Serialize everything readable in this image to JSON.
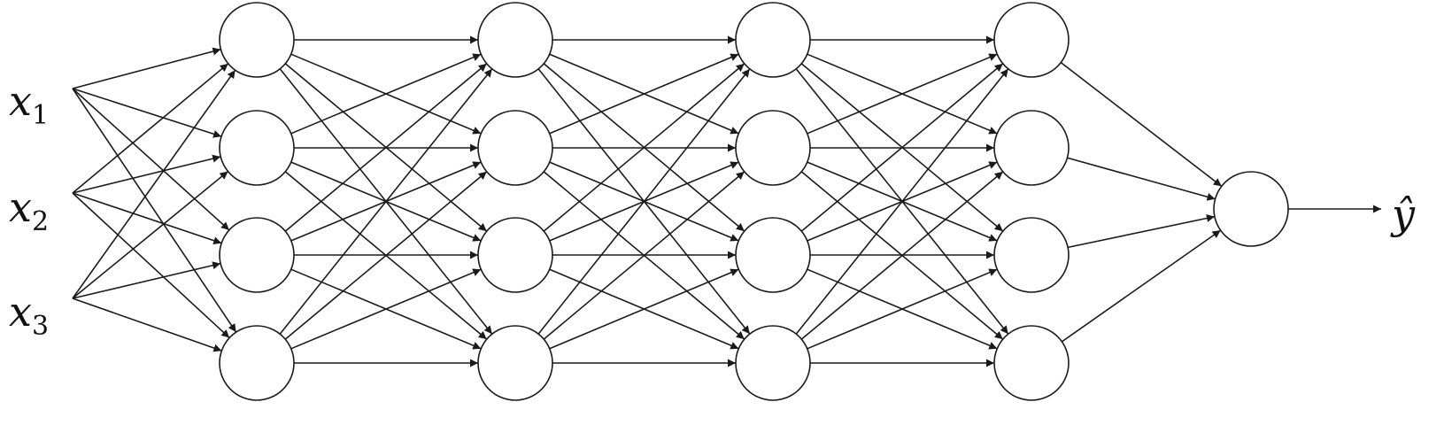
{
  "diagram": {
    "inputs": [
      {
        "var": "x",
        "sub": "1"
      },
      {
        "var": "x",
        "sub": "2"
      },
      {
        "var": "x",
        "sub": "3"
      }
    ],
    "hidden_layer_sizes": [
      4,
      4,
      4,
      4
    ],
    "output": {
      "var": "ŷ"
    },
    "connection": "fully-connected",
    "colors": {
      "stroke": "#1a1a1a",
      "node_fill": "#ffffff",
      "background": "#ffffff"
    }
  }
}
